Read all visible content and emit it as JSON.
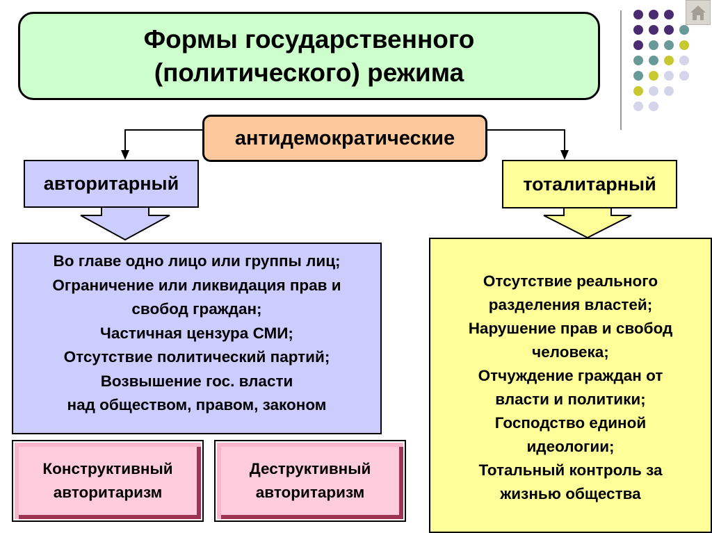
{
  "title": {
    "line1": "Формы государственного",
    "line2": "(политического) режима"
  },
  "root_label": "антидемократические",
  "authoritarian": {
    "label": "авторитарный",
    "features": [
      "Во главе одно лицо или группы лиц;",
      "Ограничение или ликвидация прав и",
      "свобод граждан;",
      "Частичная цензура СМИ;",
      "Отсутствие политический партий;",
      "Возвышение гос. власти",
      "над обществом, правом, законом"
    ],
    "subtypes": [
      {
        "line1": "Конструктивный",
        "line2": "авторитаризм"
      },
      {
        "line1": "Деструктивный",
        "line2": "авторитаризм"
      }
    ]
  },
  "totalitarian": {
    "label": "тоталитарный",
    "features": [
      "Отсутствие реального",
      "разделения властей;",
      "Нарушение прав и свобод",
      "человека;",
      "Отчуждение граждан от",
      "власти и политики;",
      "Господство единой",
      "идеологии;",
      "Тотальный контроль за",
      "жизнью общества"
    ]
  },
  "decor": {
    "dot_colors": [
      "#4a2a70",
      "#6a9a98",
      "#c8c830",
      "#d4d4ea"
    ],
    "home_icon": "home-icon"
  }
}
